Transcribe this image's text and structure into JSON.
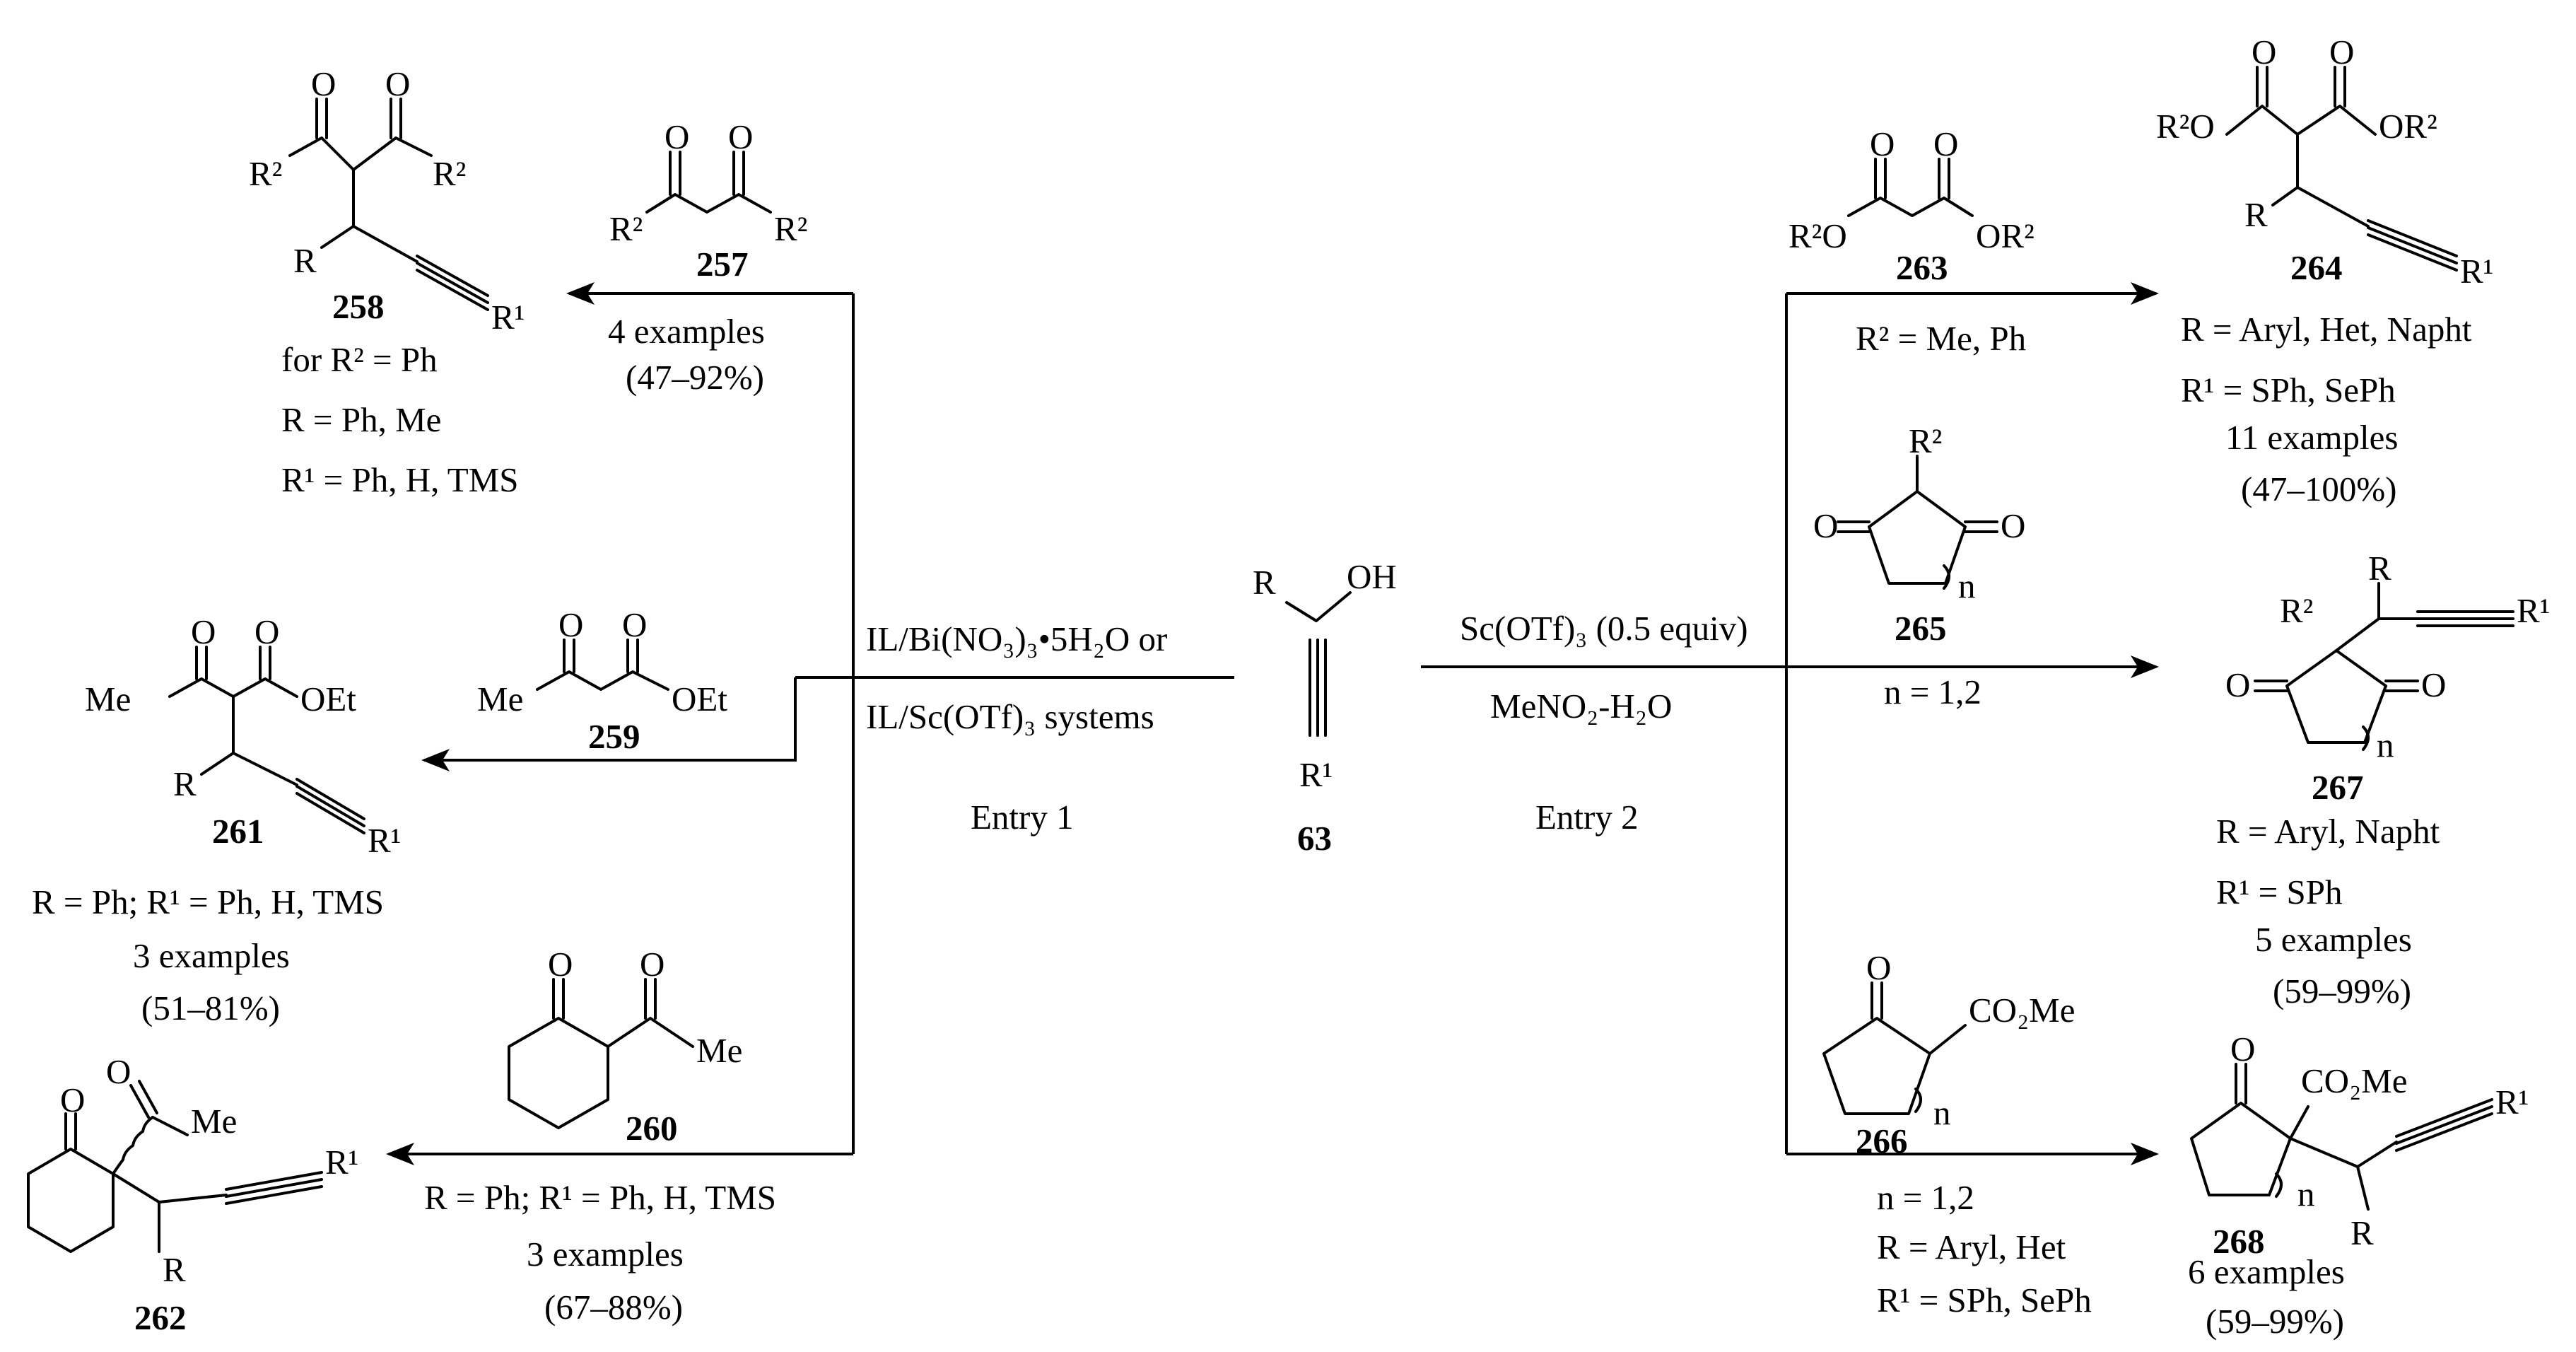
{
  "center": {
    "compound_number": "63",
    "labels": {
      "R": "R",
      "OH": "OH",
      "R1": "R¹"
    }
  },
  "entry1": {
    "reagent_line1": "IL/Bi(NO₃)₃•5H₂O or",
    "reagent_line2": "IL/Sc(OTf)₃ systems",
    "entry_label": "Entry 1",
    "branch_257": {
      "reagent_number": "257",
      "reagent_labels": {
        "R2_left": "R²",
        "R2_right": "R²",
        "O": "O"
      },
      "conditions": [
        "4 examples",
        "(47–92%)"
      ],
      "product_number": "258",
      "product_labels": {
        "R2_left": "R²",
        "R2_right": "R²",
        "R": "R",
        "R1": "R¹",
        "O": "O"
      },
      "product_notes": [
        "for R² = Ph",
        "R = Ph, Me",
        "R¹ = Ph, H, TMS"
      ]
    },
    "branch_259": {
      "reagent_number": "259",
      "reagent_labels": {
        "Me": "Me",
        "OEt": "OEt",
        "O": "O"
      },
      "product_number": "261",
      "product_labels": {
        "Me": "Me",
        "OEt": "OEt",
        "R": "R",
        "R1": "R¹",
        "O": "O"
      },
      "product_notes": [
        "R = Ph; R¹ = Ph, H, TMS",
        "3 examples",
        "(51–81%)"
      ]
    },
    "branch_260": {
      "reagent_number": "260",
      "reagent_labels": {
        "O": "O",
        "Me": "Me"
      },
      "conditions": [
        "R = Ph; R¹ = Ph, H, TMS",
        "3 examples",
        "(67–88%)"
      ],
      "product_number": "262",
      "product_labels": {
        "O": "O",
        "Me": "Me",
        "R": "R",
        "R1": "R¹"
      }
    }
  },
  "entry2": {
    "reagent_line1": "Sc(OTf)₃ (0.5 equiv)",
    "reagent_line2": "MeNO₂-H₂O",
    "entry_label": "Entry 2",
    "branch_263": {
      "reagent_number": "263",
      "reagent_labels": {
        "R2O": "R²O",
        "OR2": "OR²",
        "O": "O"
      },
      "conditions": [
        "R² = Me, Ph"
      ],
      "product_number": "264",
      "product_labels": {
        "R2O": "R²O",
        "OR2": "OR²",
        "R": "R",
        "R1": "R¹",
        "O": "O"
      },
      "product_notes": [
        "R = Aryl, Het, Napht",
        "R¹ = SPh, SePh",
        "11 examples",
        "(47–100%)"
      ]
    },
    "branch_265": {
      "reagent_number": "265",
      "reagent_labels": {
        "R2": "R²",
        "O": "O",
        "n": "n"
      },
      "conditions": [
        "n = 1,2"
      ],
      "product_number": "267",
      "product_labels": {
        "R": "R",
        "R2": "R²",
        "R1": "R¹",
        "O": "O",
        "n": "n"
      },
      "product_notes": [
        "R = Aryl, Napht",
        "R¹ = SPh",
        "5 examples",
        "(59–99%)"
      ]
    },
    "branch_266": {
      "reagent_number": "266",
      "reagent_labels": {
        "O": "O",
        "CO2Me": "CO₂Me",
        "n": "n"
      },
      "conditions": [
        "n = 1,2",
        "R = Aryl, Het",
        "R¹ = SPh, SePh"
      ],
      "product_number": "268",
      "product_labels": {
        "O": "O",
        "CO2Me": "CO₂Me",
        "R1": "R¹",
        "R": "R",
        "n": "n"
      },
      "product_notes": [
        "6 examples",
        "(59–99%)"
      ]
    }
  }
}
